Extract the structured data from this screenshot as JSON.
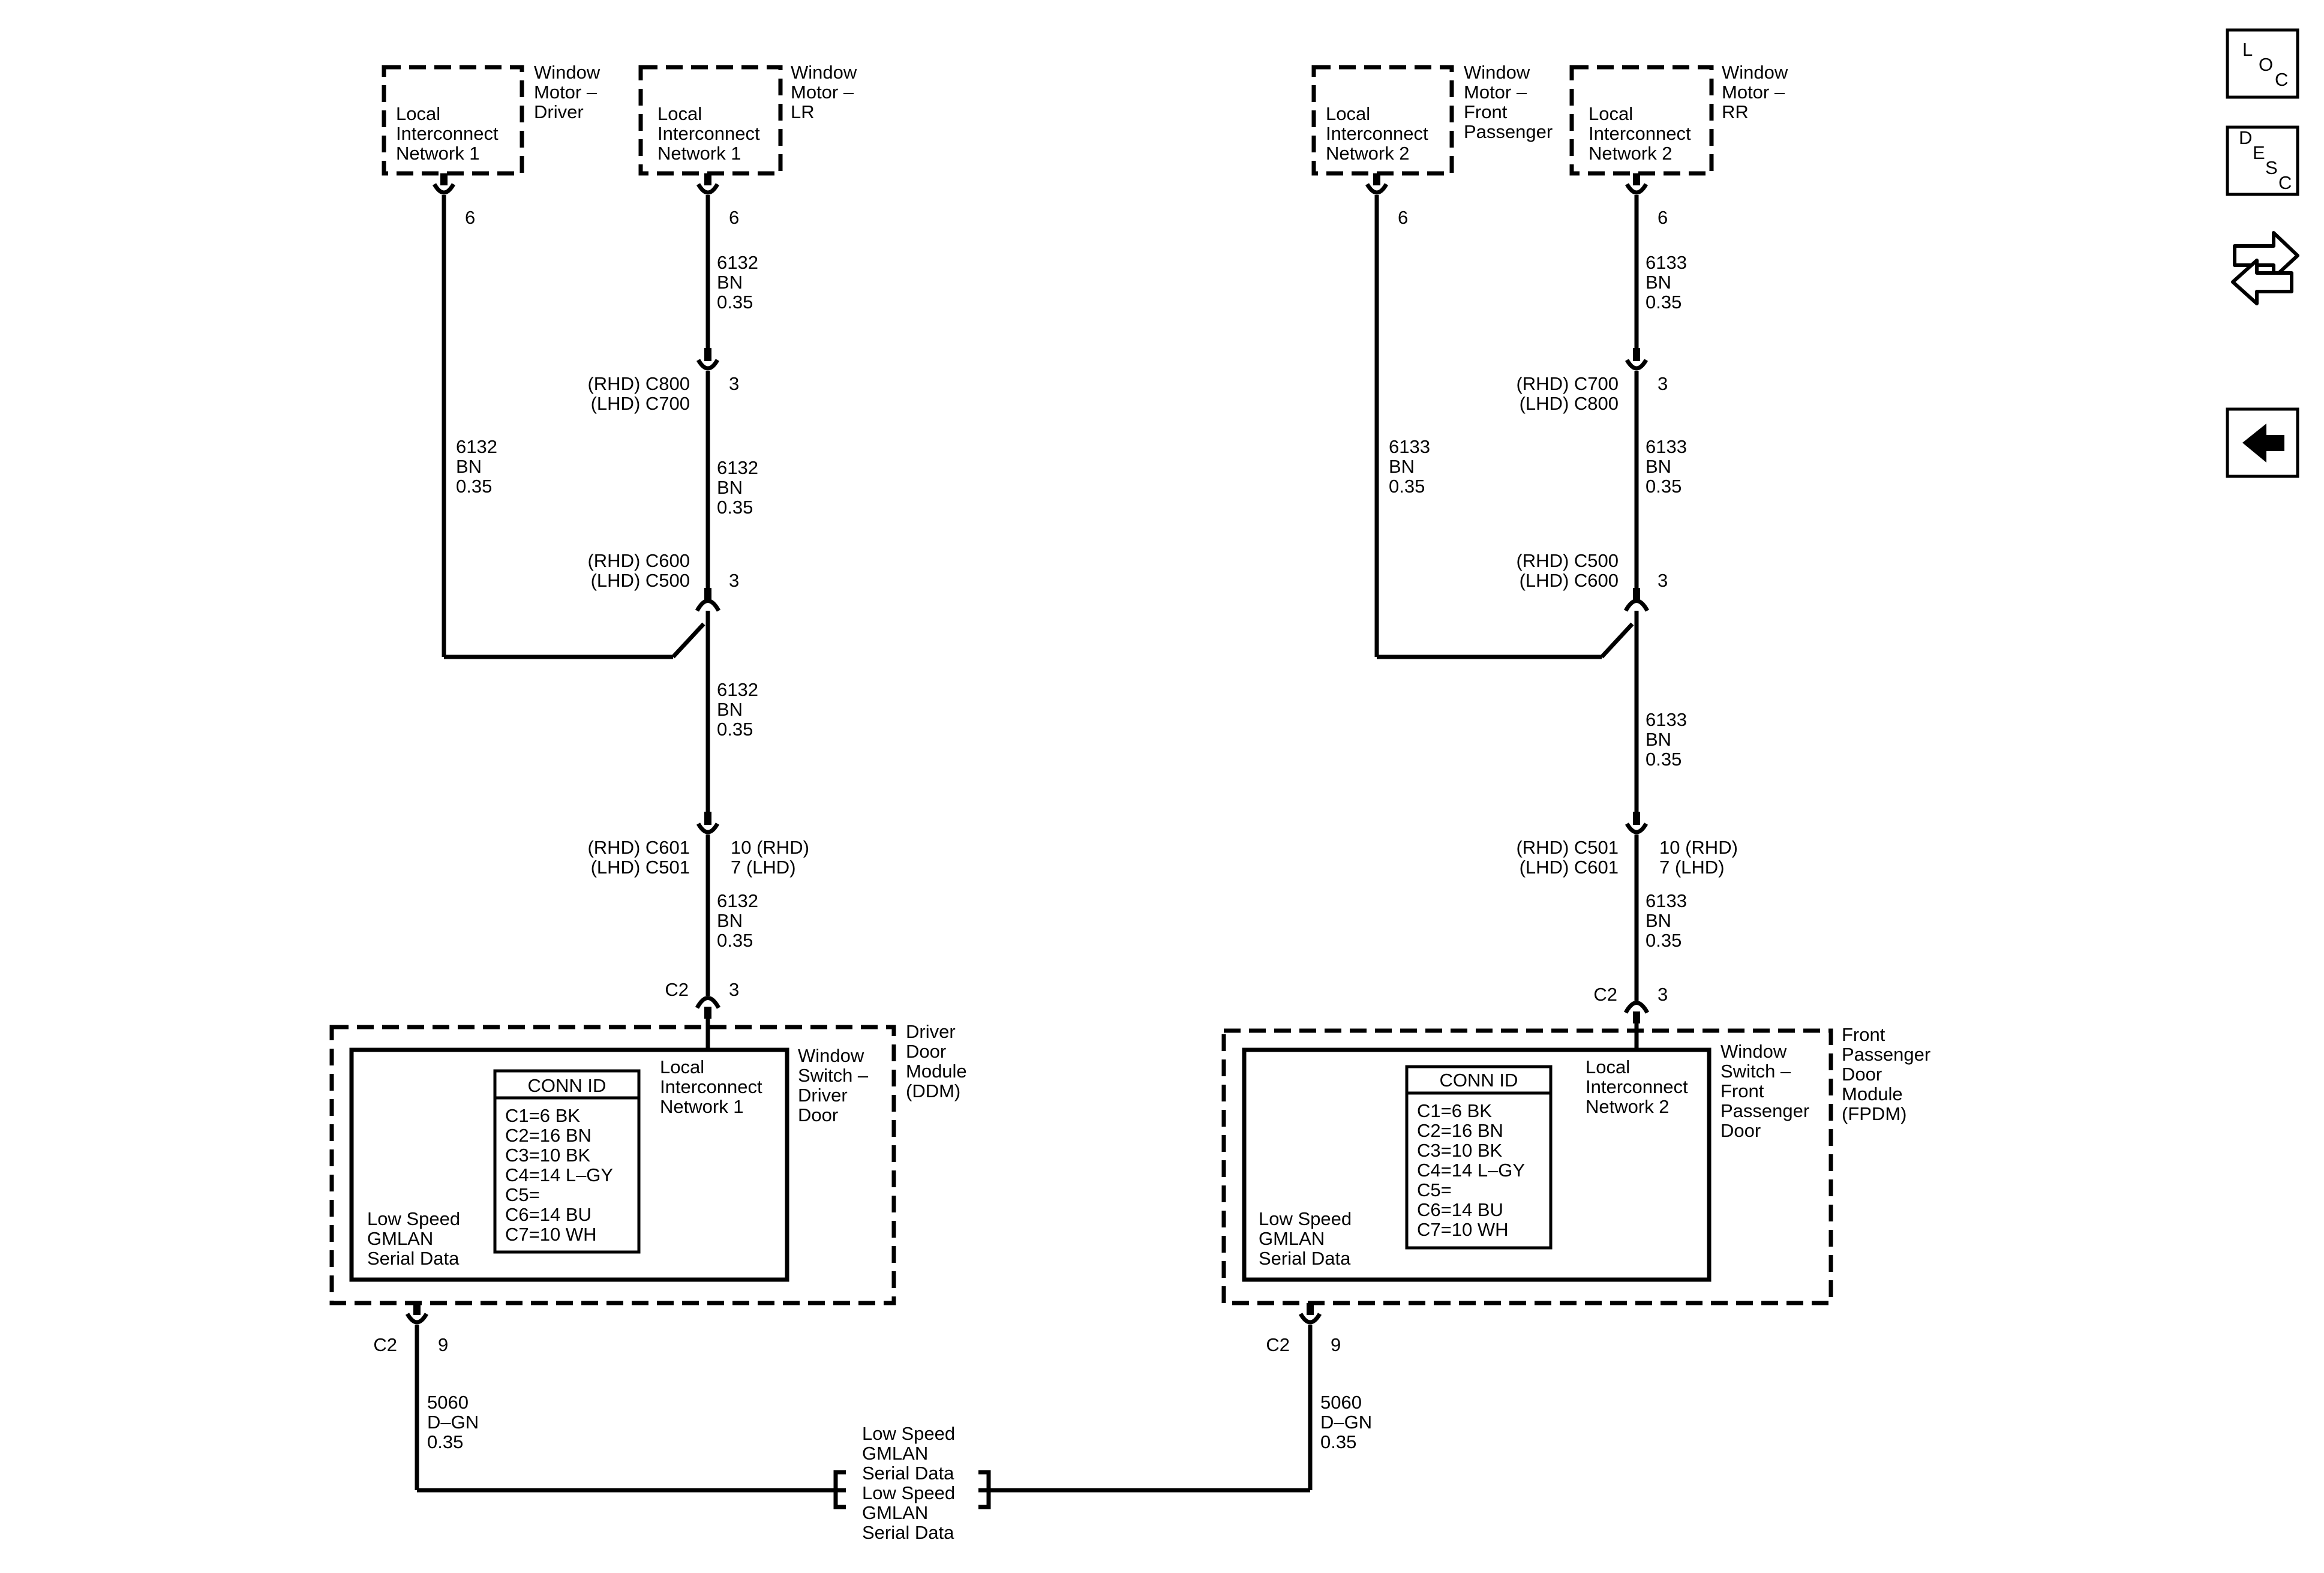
{
  "components": {
    "wm_driver": {
      "name": [
        "Window",
        "Motor –",
        "Driver"
      ],
      "inner": [
        "Local",
        "Interconnect",
        "Network 1"
      ],
      "pin": "6"
    },
    "wm_lr": {
      "name": [
        "Window",
        "Motor –",
        "LR"
      ],
      "inner": [
        "Local",
        "Interconnect",
        "Network 1"
      ],
      "pin": "6"
    },
    "wm_fp": {
      "name": [
        "Window",
        "Motor –",
        "Front",
        "Passenger"
      ],
      "inner": [
        "Local",
        "Interconnect",
        "Network 2"
      ],
      "pin": "6"
    },
    "wm_rr": {
      "name": [
        "Window",
        "Motor –",
        "RR"
      ],
      "inner": [
        "Local",
        "Interconnect",
        "Network 2"
      ],
      "pin": "6"
    },
    "ddm": {
      "module_name": [
        "Driver",
        "Door",
        "Module",
        "(DDM)"
      ],
      "switch_name": [
        "Window",
        "Switch –",
        "Driver",
        "Door"
      ],
      "lin_label": [
        "Local",
        "Interconnect",
        "Network 1"
      ],
      "gmlan_label": [
        "Low Speed",
        "GMLAN",
        "Serial Data"
      ],
      "top_conn": "C2",
      "top_pin": "3",
      "bottom_conn": "C2",
      "bottom_pin": "9"
    },
    "fpdm": {
      "module_name": [
        "Front",
        "Passenger",
        "Door",
        "Module",
        "(FPDM)"
      ],
      "switch_name": [
        "Window",
        "Switch –",
        "Front",
        "Passenger",
        "Door"
      ],
      "lin_label": [
        "Local",
        "Interconnect",
        "Network 2"
      ],
      "gmlan_label": [
        "Low Speed",
        "GMLAN",
        "Serial Data"
      ],
      "top_conn": "C2",
      "top_pin": "3",
      "bottom_conn": "C2",
      "bottom_pin": "9"
    }
  },
  "conn_id": {
    "header": "CONN ID",
    "rows": [
      "C1=6 BK",
      "C2=16 BN",
      "C3=10 BK",
      "C4=14 L–GY",
      "C5=",
      "C6=14 BU",
      "C7=10 WH"
    ]
  },
  "left_circuit": {
    "w1": [
      "6132",
      "BN",
      "0.35"
    ],
    "c1": {
      "names": [
        "(RHD) C800",
        "(LHD) C700"
      ],
      "pin": "3"
    },
    "w2": [
      "6132",
      "BN",
      "0.35"
    ],
    "c2": {
      "names": [
        "(RHD) C600",
        "(LHD) C500"
      ],
      "pin": "3"
    },
    "w_driver": [
      "6132",
      "BN",
      "0.35"
    ],
    "w3": [
      "6132",
      "BN",
      "0.35"
    ],
    "c3": {
      "names": [
        "(RHD) C601",
        "(LHD) C501"
      ],
      "pins": [
        "10 (RHD)",
        "7 (LHD)"
      ]
    },
    "w4": [
      "6132",
      "BN",
      "0.35"
    ]
  },
  "right_circuit": {
    "w1": [
      "6133",
      "BN",
      "0.35"
    ],
    "c1": {
      "names": [
        "(RHD) C700",
        "(LHD) C800"
      ],
      "pin": "3"
    },
    "w2": [
      "6133",
      "BN",
      "0.35"
    ],
    "c2": {
      "names": [
        "(RHD) C500",
        "(LHD) C600"
      ],
      "pin": "3"
    },
    "w_fp": [
      "6133",
      "BN",
      "0.35"
    ],
    "w3": [
      "6133",
      "BN",
      "0.35"
    ],
    "c3": {
      "names": [
        "(RHD) C501",
        "(LHD) C601"
      ],
      "pins": [
        "10 (RHD)",
        "7 (LHD)"
      ]
    },
    "w4": [
      "6133",
      "BN",
      "0.35"
    ]
  },
  "gmlan": {
    "left_wire": [
      "5060",
      "D–GN",
      "0.35"
    ],
    "right_wire": [
      "5060",
      "D–GN",
      "0.35"
    ],
    "splice_labels": [
      "Low Speed",
      "GMLAN",
      "Serial Data",
      "Low Speed",
      "GMLAN",
      "Serial Data"
    ]
  },
  "sidebar": {
    "loc": [
      "L",
      "O",
      "C"
    ],
    "desc": [
      "D",
      "E",
      "S",
      "C"
    ]
  }
}
